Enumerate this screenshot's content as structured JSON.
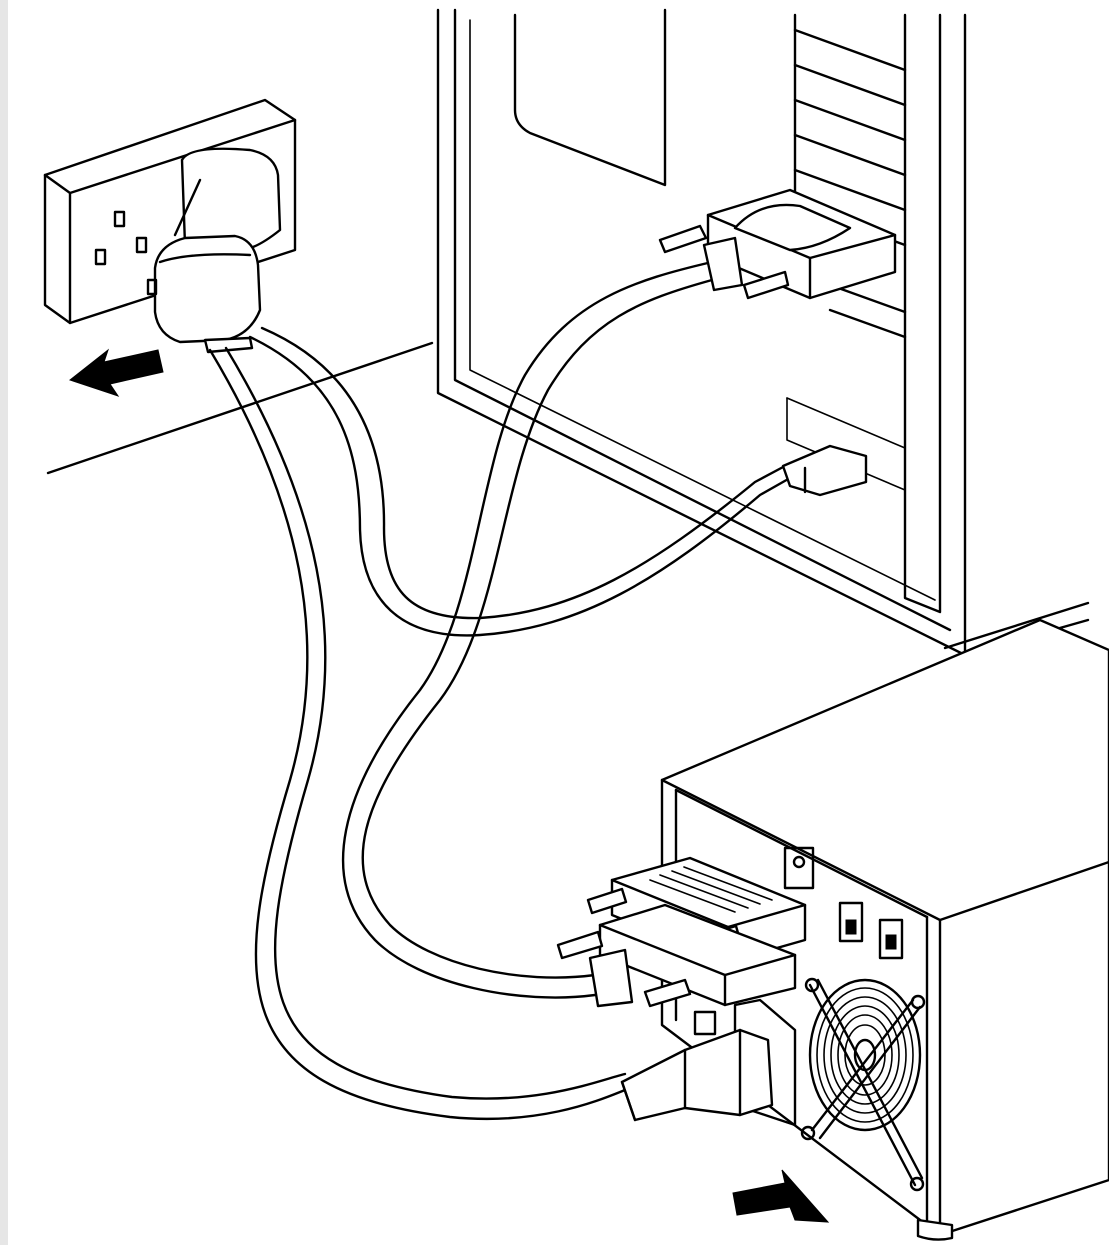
{
  "figure": {
    "ink_color": "#000000",
    "paper_color": "#ffffff",
    "objects": [
      "wall-socket",
      "mains-plug",
      "computer-tower",
      "parallel-scsi-connector",
      "iec-power-connector",
      "external-drive-unit",
      "cooling-fan",
      "insertion-arrow-icon"
    ]
  }
}
